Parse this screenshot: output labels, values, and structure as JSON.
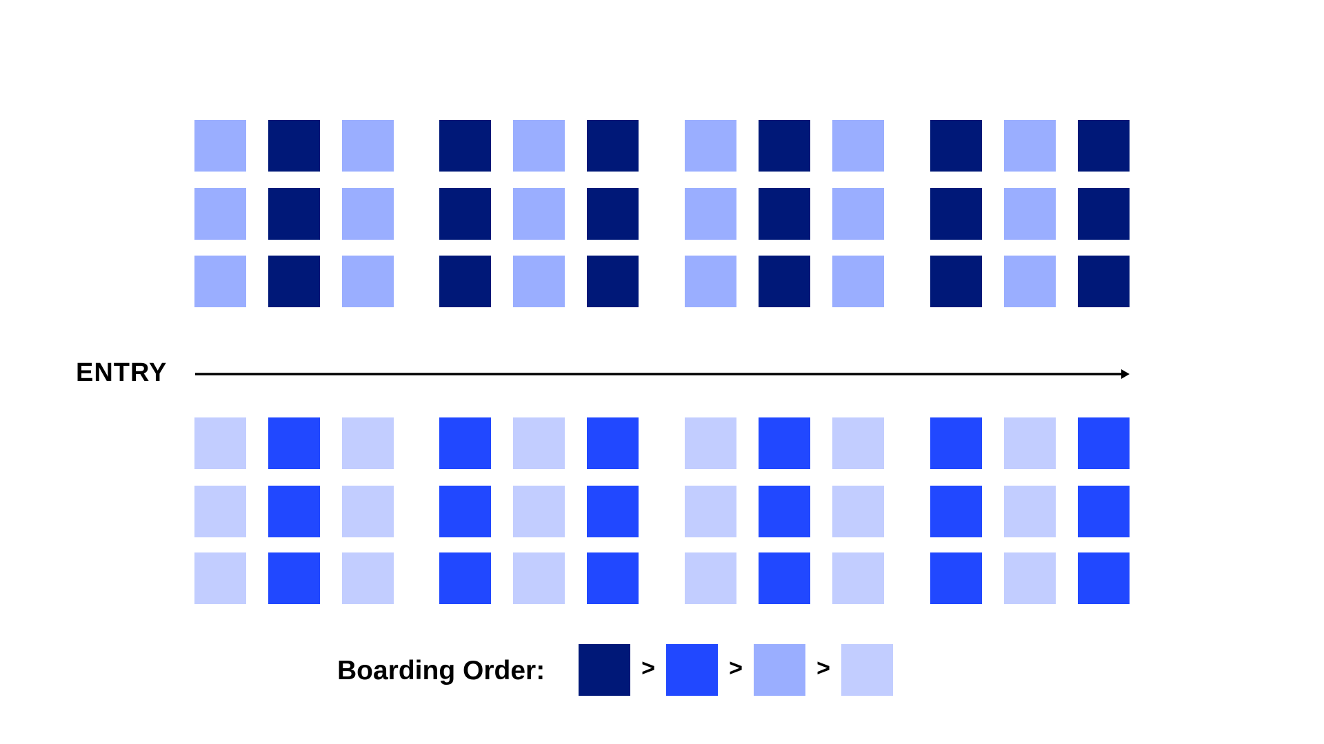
{
  "colors": {
    "group1": "#001878",
    "group2": "#2148FF",
    "group3": "#9AAEFF",
    "group4": "#C2CDFF"
  },
  "entry": {
    "label": "ENTRY"
  },
  "legend": {
    "label": "Boarding Order:",
    "separator": ">",
    "order": [
      "group1",
      "group2",
      "group3",
      "group4"
    ]
  },
  "seat_map": {
    "top_half": {
      "rows": 3,
      "blocks": [
        {
          "block": 1,
          "columns": [
            "group3",
            "group1",
            "group3"
          ]
        },
        {
          "block": 2,
          "columns": [
            "group1",
            "group3",
            "group1"
          ]
        },
        {
          "block": 3,
          "columns": [
            "group3",
            "group1",
            "group3"
          ]
        },
        {
          "block": 4,
          "columns": [
            "group1",
            "group3",
            "group1"
          ]
        }
      ]
    },
    "bottom_half": {
      "rows": 3,
      "blocks": [
        {
          "block": 1,
          "columns": [
            "group4",
            "group2",
            "group4"
          ]
        },
        {
          "block": 2,
          "columns": [
            "group2",
            "group4",
            "group2"
          ]
        },
        {
          "block": 3,
          "columns": [
            "group4",
            "group2",
            "group4"
          ]
        },
        {
          "block": 4,
          "columns": [
            "group2",
            "group4",
            "group2"
          ]
        }
      ]
    }
  }
}
